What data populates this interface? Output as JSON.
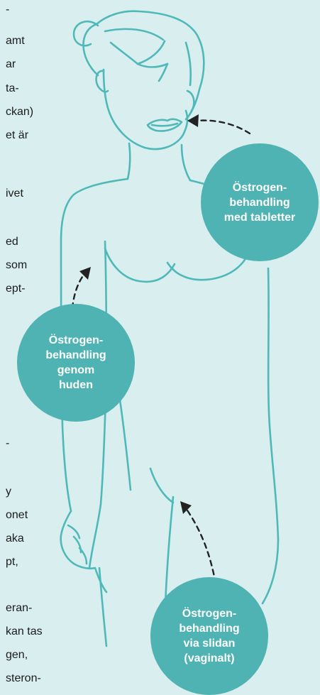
{
  "text_fragments": [
    "-",
    "amt",
    "ar",
    "ta-",
    "ckan)",
    "et är",
    "ivet",
    "ed",
    "som",
    "ept-",
    "-",
    "y",
    "onet",
    "aka",
    "pt,",
    "eran-",
    "kan tas",
    "gen,",
    "steron-"
  ],
  "bubbles": {
    "tablets": [
      "Östrogen-",
      "behandling",
      "med tabletter"
    ],
    "skin": [
      "Östrogen-",
      "behandling",
      "genom",
      "huden"
    ],
    "vaginal": [
      "Östrogen-",
      "behandling",
      "via slidan",
      "(vaginalt)"
    ]
  },
  "colors": {
    "background": "#d8eeef",
    "outline": "#4fb9b9",
    "bubble": "#4fb3b3",
    "bubble_text": "#ffffff",
    "arrow": "#222222"
  }
}
